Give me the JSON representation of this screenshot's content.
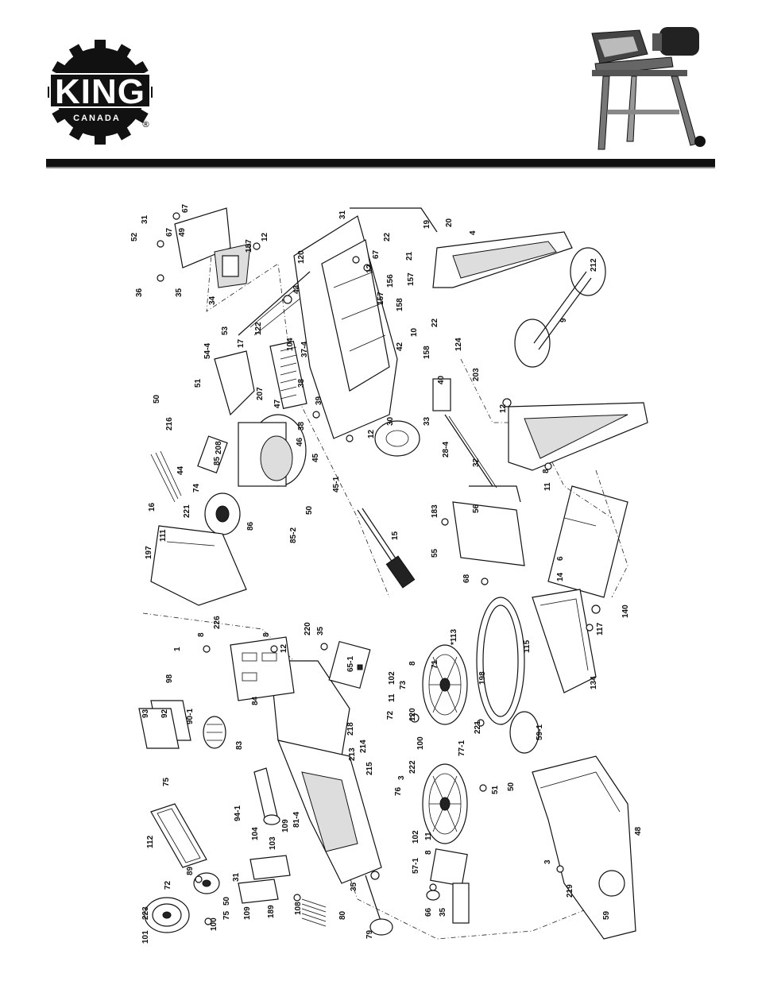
{
  "brand": {
    "logo_word": "KING",
    "logo_sub": "CANADA",
    "registered": "®"
  },
  "diagram": {
    "labels": [
      {
        "id": "a1",
        "text": "31"
      },
      {
        "id": "a2",
        "text": "67"
      },
      {
        "id": "a3",
        "text": "52"
      },
      {
        "id": "a4",
        "text": "67"
      },
      {
        "id": "a5",
        "text": "49"
      },
      {
        "id": "a6",
        "text": "187"
      },
      {
        "id": "a7",
        "text": "12"
      },
      {
        "id": "a8",
        "text": "36"
      },
      {
        "id": "a9",
        "text": "35"
      },
      {
        "id": "a10",
        "text": "34"
      },
      {
        "id": "a11",
        "text": "120"
      },
      {
        "id": "a12",
        "text": "43"
      },
      {
        "id": "a13",
        "text": "53"
      },
      {
        "id": "a14",
        "text": "122"
      },
      {
        "id": "a15",
        "text": "17"
      },
      {
        "id": "a16",
        "text": "104"
      },
      {
        "id": "a17",
        "text": "37-4"
      },
      {
        "id": "a18",
        "text": "54-4"
      },
      {
        "id": "a19",
        "text": "51"
      },
      {
        "id": "a20",
        "text": "50"
      },
      {
        "id": "a21",
        "text": "207"
      },
      {
        "id": "a22",
        "text": "47"
      },
      {
        "id": "a23",
        "text": "38"
      },
      {
        "id": "a24",
        "text": "39"
      },
      {
        "id": "a25",
        "text": "38"
      },
      {
        "id": "a26",
        "text": "216"
      },
      {
        "id": "a27",
        "text": "208"
      },
      {
        "id": "a28",
        "text": "85"
      },
      {
        "id": "a29",
        "text": "46"
      },
      {
        "id": "a30",
        "text": "45"
      },
      {
        "id": "a31",
        "text": "45-1"
      },
      {
        "id": "a32",
        "text": "44"
      },
      {
        "id": "a33",
        "text": "74"
      },
      {
        "id": "a34",
        "text": "50"
      },
      {
        "id": "a35",
        "text": "85-2"
      },
      {
        "id": "a36",
        "text": "16"
      },
      {
        "id": "a37",
        "text": "221"
      },
      {
        "id": "a38",
        "text": "86"
      },
      {
        "id": "a39",
        "text": "197"
      },
      {
        "id": "a40",
        "text": "111"
      },
      {
        "id": "a41",
        "text": "15"
      },
      {
        "id": "a42",
        "text": "226"
      },
      {
        "id": "a43",
        "text": "31"
      },
      {
        "id": "a44",
        "text": "22"
      },
      {
        "id": "a45",
        "text": "67"
      },
      {
        "id": "a46",
        "text": "12"
      },
      {
        "id": "a47",
        "text": "21"
      },
      {
        "id": "a48",
        "text": "156"
      },
      {
        "id": "a49",
        "text": "157"
      },
      {
        "id": "a50",
        "text": "157"
      },
      {
        "id": "a51",
        "text": "158"
      },
      {
        "id": "a52",
        "text": "19"
      },
      {
        "id": "a53",
        "text": "20"
      },
      {
        "id": "a54",
        "text": "4"
      },
      {
        "id": "a55",
        "text": "22"
      },
      {
        "id": "a56",
        "text": "10"
      },
      {
        "id": "a57",
        "text": "42"
      },
      {
        "id": "a58",
        "text": "158"
      },
      {
        "id": "a59",
        "text": "124"
      },
      {
        "id": "a60",
        "text": "203"
      },
      {
        "id": "a61",
        "text": "40"
      },
      {
        "id": "a62",
        "text": "30"
      },
      {
        "id": "a63",
        "text": "33"
      },
      {
        "id": "a64",
        "text": "12"
      },
      {
        "id": "a65",
        "text": "28-4"
      },
      {
        "id": "a66",
        "text": "32"
      },
      {
        "id": "a67",
        "text": "212"
      },
      {
        "id": "a68",
        "text": "9"
      },
      {
        "id": "a69",
        "text": "12"
      },
      {
        "id": "a70",
        "text": "8"
      },
      {
        "id": "a71",
        "text": "11"
      },
      {
        "id": "a72",
        "text": "183"
      },
      {
        "id": "a73",
        "text": "56"
      },
      {
        "id": "a74",
        "text": "55"
      },
      {
        "id": "a75",
        "text": "6"
      },
      {
        "id": "a76",
        "text": "68"
      },
      {
        "id": "a77",
        "text": "14"
      },
      {
        "id": "a78",
        "text": "1"
      },
      {
        "id": "a79",
        "text": "8"
      },
      {
        "id": "a80",
        "text": "8"
      },
      {
        "id": "a81",
        "text": "12"
      },
      {
        "id": "a82",
        "text": "220"
      },
      {
        "id": "a83",
        "text": "35"
      },
      {
        "id": "a84",
        "text": "*113"
      },
      {
        "id": "a85",
        "text": "140"
      },
      {
        "id": "a86",
        "text": "117"
      },
      {
        "id": "a87",
        "text": "98"
      },
      {
        "id": "a88",
        "text": "84"
      },
      {
        "id": "a89",
        "text": "65-1"
      },
      {
        "id": "a90",
        "text": "8"
      },
      {
        "id": "a91",
        "text": "102"
      },
      {
        "id": "a92",
        "text": "11"
      },
      {
        "id": "a93",
        "text": "73"
      },
      {
        "id": "a94",
        "text": "71"
      },
      {
        "id": "a95",
        "text": "115"
      },
      {
        "id": "a96",
        "text": "134"
      },
      {
        "id": "a97",
        "text": "93"
      },
      {
        "id": "a98",
        "text": "92"
      },
      {
        "id": "a99",
        "text": "90-1"
      },
      {
        "id": "a100",
        "text": "83"
      },
      {
        "id": "a101",
        "text": "72"
      },
      {
        "id": "a102",
        "text": "120"
      },
      {
        "id": "a103",
        "text": "198"
      },
      {
        "id": "a104",
        "text": "100"
      },
      {
        "id": "a105",
        "text": "221"
      },
      {
        "id": "a106",
        "text": "77-1"
      },
      {
        "id": "a107",
        "text": "59-1"
      },
      {
        "id": "a108",
        "text": "75"
      },
      {
        "id": "a109",
        "text": "213"
      },
      {
        "id": "a110",
        "text": "218"
      },
      {
        "id": "a111",
        "text": "214"
      },
      {
        "id": "a112",
        "text": "215"
      },
      {
        "id": "a113",
        "text": "222"
      },
      {
        "id": "a114",
        "text": "3"
      },
      {
        "id": "a115",
        "text": "76"
      },
      {
        "id": "a116",
        "text": "51"
      },
      {
        "id": "a117",
        "text": "50"
      },
      {
        "id": "a118",
        "text": "94-1"
      },
      {
        "id": "a119",
        "text": "81-4"
      },
      {
        "id": "a120",
        "text": "112"
      },
      {
        "id": "a121",
        "text": "109"
      },
      {
        "id": "a122",
        "text": "104"
      },
      {
        "id": "a123",
        "text": "103"
      },
      {
        "id": "a124",
        "text": "102"
      },
      {
        "id": "a125",
        "text": "11"
      },
      {
        "id": "a126",
        "text": "48"
      },
      {
        "id": "a127",
        "text": "89"
      },
      {
        "id": "a128",
        "text": "31"
      },
      {
        "id": "a129",
        "text": "57-1"
      },
      {
        "id": "a130",
        "text": "8"
      },
      {
        "id": "a131",
        "text": "72"
      },
      {
        "id": "a132",
        "text": "50"
      },
      {
        "id": "a133",
        "text": "3"
      },
      {
        "id": "a134",
        "text": "223"
      },
      {
        "id": "a135",
        "text": "75"
      },
      {
        "id": "a136",
        "text": "109"
      },
      {
        "id": "a137",
        "text": "189"
      },
      {
        "id": "a138",
        "text": "108"
      },
      {
        "id": "a139",
        "text": "35"
      },
      {
        "id": "a140",
        "text": "100"
      },
      {
        "id": "a141",
        "text": "101"
      },
      {
        "id": "a142",
        "text": "80"
      },
      {
        "id": "a143",
        "text": "79"
      },
      {
        "id": "a144",
        "text": "66"
      },
      {
        "id": "a145",
        "text": "35"
      },
      {
        "id": "a146",
        "text": "219"
      },
      {
        "id": "a147",
        "text": "59"
      }
    ]
  }
}
